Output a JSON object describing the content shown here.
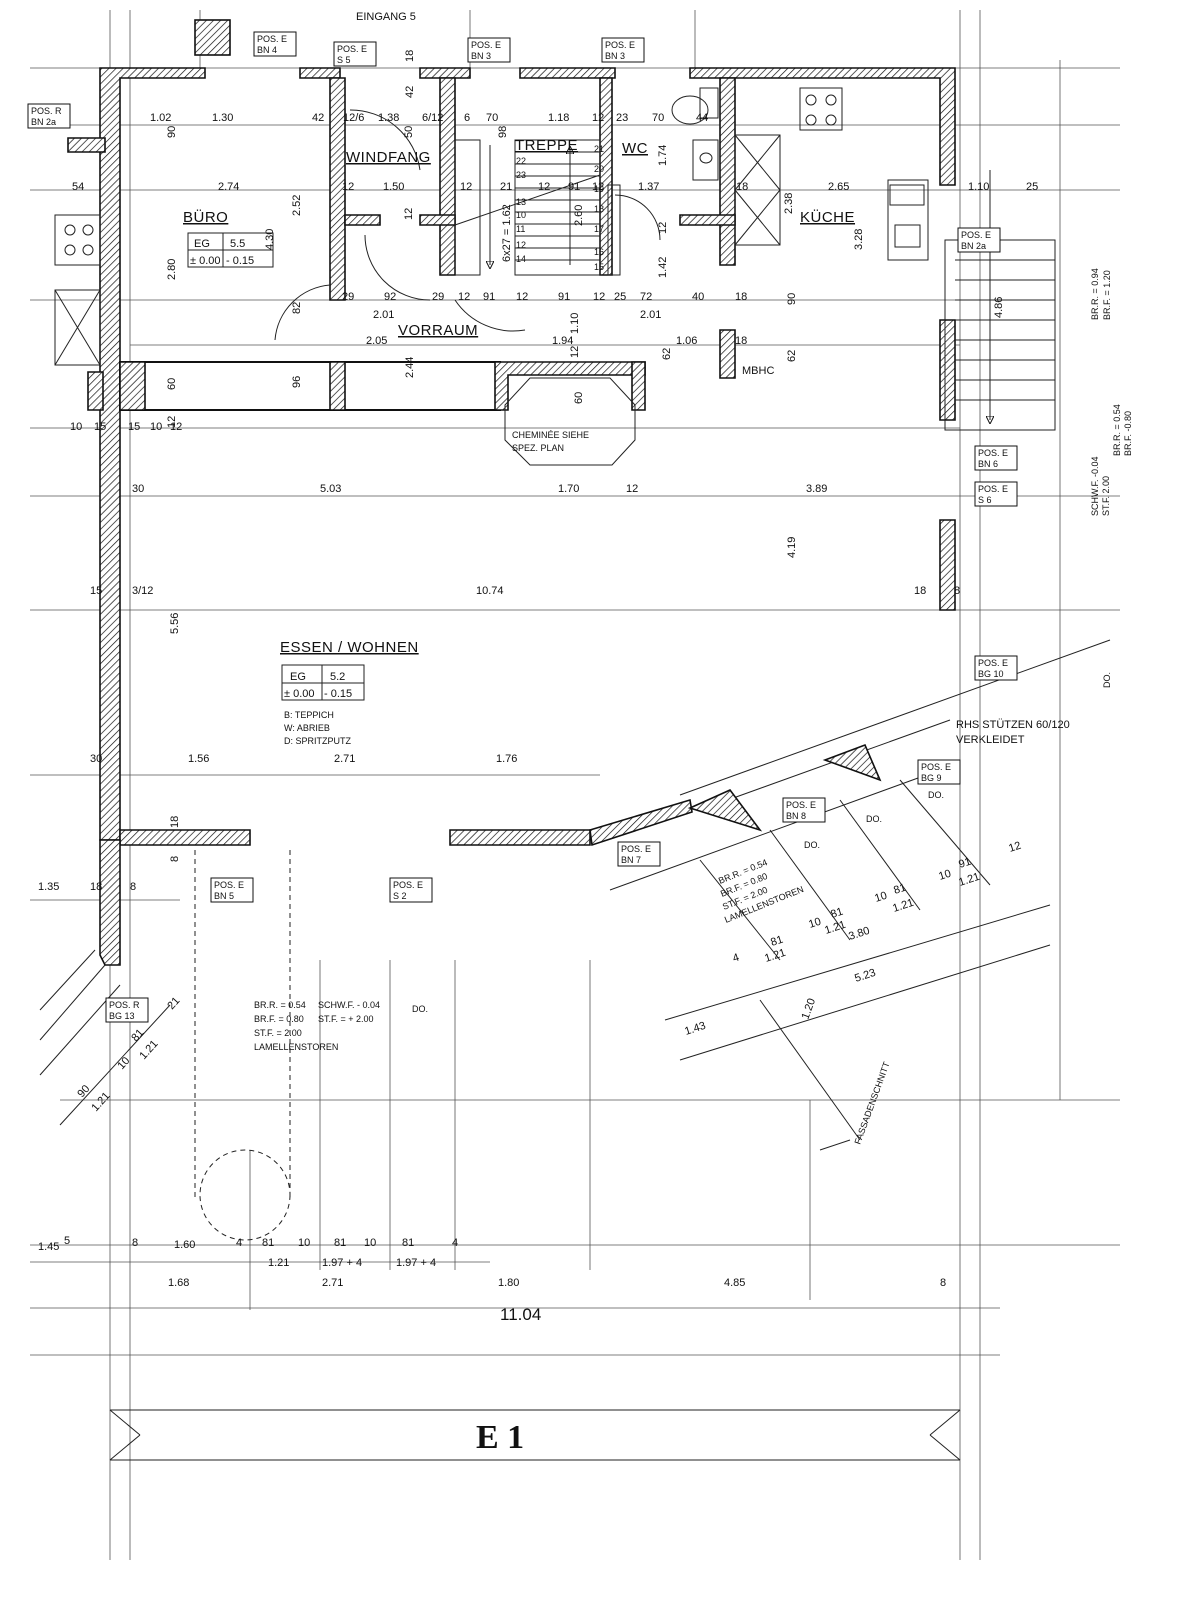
{
  "rooms": [
    {
      "key": "buero",
      "name": "BÜRO"
    },
    {
      "key": "winde",
      "name": "WINDFANG"
    },
    {
      "key": "treppe",
      "name": "TREPPE"
    },
    {
      "key": "wc",
      "name": "WC"
    },
    {
      "key": "kueche",
      "name": "KÜCHE"
    },
    {
      "key": "vorraum",
      "name": "VORRAUM"
    },
    {
      "key": "essen",
      "name": "ESSEN / WOHNEN"
    }
  ],
  "top_label": "EINGANG 5",
  "buero_tag": {
    "floor": "EG",
    "number": "5.5",
    "level": "± 0.00",
    "level2": "- 0.15"
  },
  "essen_tag": {
    "floor": "EG",
    "number": "5.2",
    "level": "± 0.00",
    "level2": "- 0.15"
  },
  "finishes": [
    "B: TEPPICH",
    "W: ABRIEB",
    "D: SPRITZPUTZ"
  ],
  "notes": {
    "chimney": [
      "CHEMINÉE SIEHE",
      "SPEZ. PLAN"
    ],
    "columns": [
      "RHS STÜTZEN 60/120",
      "VERKLEIDET"
    ],
    "mbhc": "MBHC",
    "window_bottom_left": [
      "BR.R. = 0.54",
      "BR.F. = 0.80",
      "ST.F. = 2.00",
      "LAMELLENSTOREN"
    ],
    "window_bottom_mid": [
      "SCHW.F. - 0.04",
      "ST.F. = + 2.00"
    ],
    "window_right": [
      "BR.R. = 0.54",
      "BR.F. = 0.80",
      "ST.F. = 2.00",
      "LAMELLENSTOREN"
    ],
    "side_right_1": [
      "BR.R. = 0.94",
      "BR.F. = 1.20"
    ],
    "side_right_2": [
      "SCHW.F. -0.04",
      "ST.F. 2.00",
      "BR.R. = 0.54",
      "BR.F. -0.80"
    ],
    "section": "FASSADENSCHNITT",
    "do": "DO."
  },
  "pos_tags": [
    {
      "id": "pos-bn4",
      "l1": "POS. E",
      "l2": "BN 4"
    },
    {
      "id": "pos-s5",
      "l1": "POS. E",
      "l2": "S 5"
    },
    {
      "id": "pos-bn3a",
      "l1": "POS. E",
      "l2": "BN 3"
    },
    {
      "id": "pos-bn3b",
      "l1": "POS. E",
      "l2": "BN 3"
    },
    {
      "id": "pos-bn2a-left",
      "l1": "POS. R",
      "l2": "BN 2a"
    },
    {
      "id": "pos-bn2a-right",
      "l1": "POS. E",
      "l2": "BN 2a"
    },
    {
      "id": "pos-bn6",
      "l1": "POS. E",
      "l2": "BN 6"
    },
    {
      "id": "pos-s6",
      "l1": "POS. E",
      "l2": "S 6"
    },
    {
      "id": "pos-bg10",
      "l1": "POS. E",
      "l2": "BG 10"
    },
    {
      "id": "pos-bg9",
      "l1": "POS. E",
      "l2": "BG 9"
    },
    {
      "id": "pos-bn8",
      "l1": "POS. E",
      "l2": "BN 8"
    },
    {
      "id": "pos-bn7",
      "l1": "POS. E",
      "l2": "BN 7"
    },
    {
      "id": "pos-bn5",
      "l1": "POS. E",
      "l2": "BN 5"
    },
    {
      "id": "pos-s2",
      "l1": "POS. E",
      "l2": "S 2"
    },
    {
      "id": "pos-bg13",
      "l1": "POS. R",
      "l2": "BG 13"
    }
  ],
  "dims": {
    "top": [
      "1.02",
      "1.30",
      "42",
      "12/6",
      "1.38",
      "6/12",
      "6",
      "70",
      "1.18",
      "12",
      "23",
      "70",
      "44"
    ],
    "row2": [
      "54",
      "2.74",
      "12",
      "1.50",
      "12",
      "21",
      "12",
      "91",
      "12",
      "1.37",
      "18",
      "2.65",
      "1.10",
      "25"
    ],
    "row3": [
      "29",
      "92",
      "29",
      "12",
      "91",
      "12",
      "91",
      "12",
      "25",
      "72",
      "40",
      "18"
    ],
    "row3b": [
      "2.01",
      "2.01",
      "2.05",
      "1.94",
      "1.06",
      "18"
    ],
    "verticals": [
      "90",
      "2.80",
      "4.30",
      "2.52",
      "60",
      "12",
      "82",
      "96",
      "2.44",
      "50",
      "98",
      "2.60",
      "1.42",
      "1.74",
      "12",
      "2.38",
      "3.28",
      "90",
      "62",
      "62",
      "1.10",
      "12",
      "60",
      "4.19",
      "5.56",
      "4.86",
      "6x27 = 1.62",
      "18",
      "8",
      "42",
      "18",
      "12"
    ],
    "row4": [
      "10",
      "15",
      "15",
      "10",
      "12"
    ],
    "row5": [
      "30",
      "5.03",
      "1.70",
      "12",
      "3.89"
    ],
    "row6": [
      "15",
      "3/12",
      "10.74",
      "18",
      "8"
    ],
    "row7": [
      "30",
      "1.56",
      "2.71",
      "1.76"
    ],
    "row8": [
      "1.35",
      "18",
      "8"
    ],
    "stairs": [
      "22",
      "23",
      "21",
      "20",
      "19",
      "18",
      "17",
      "16",
      "15",
      "14",
      "13",
      "10",
      "11",
      "12"
    ],
    "diag": [
      "1.43",
      "5.23",
      "3.80",
      "81",
      "1.21",
      "10",
      "81",
      "1.21",
      "10",
      "81",
      "1.21",
      "10",
      "91",
      "1.21",
      "12",
      "4",
      "1.20"
    ],
    "diag_left": [
      "21",
      "81",
      "1.21",
      "90",
      "1.21",
      "10"
    ],
    "bottom1": [
      "1.45",
      "5",
      "8",
      "1.60",
      "4",
      "81",
      "10",
      "81",
      "10",
      "81",
      "4",
      "1.21",
      "1.97 + 4",
      "1.97 + 4"
    ],
    "bottom2": [
      "1.68",
      "2.71",
      "1.80",
      "4.85",
      "8"
    ],
    "total": "11.04"
  },
  "section_title": "E 1",
  "colors": {
    "ink": "#111111",
    "paper": "#ffffff",
    "grid": "#555555"
  }
}
